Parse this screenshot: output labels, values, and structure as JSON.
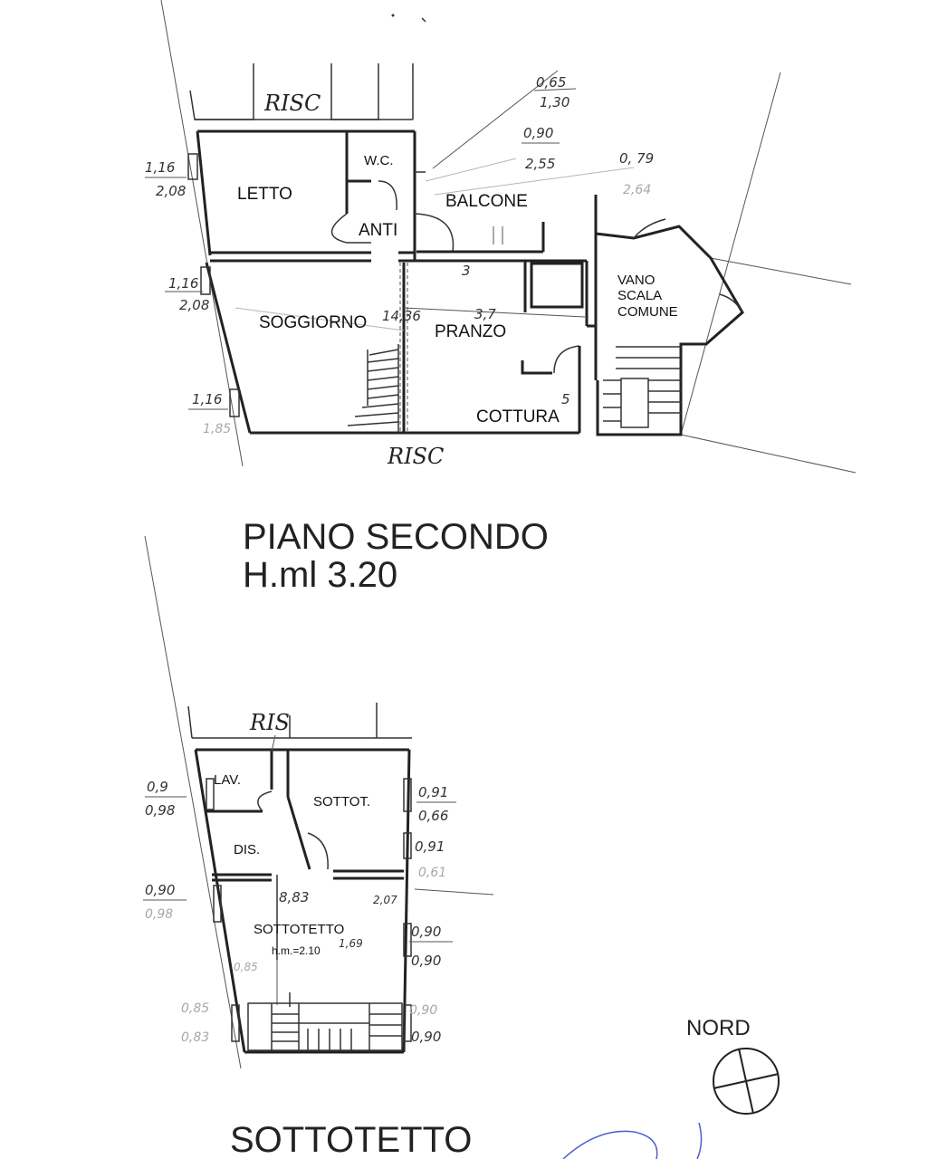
{
  "floor_plan_upper": {
    "title": "PIANO SECONDO",
    "height": "H.ml 3.20",
    "rooms": {
      "letto": "LETTO",
      "wc": "W.C.",
      "anti": "ANTI",
      "balcone": "BALCONE",
      "soggiorno": "SOGGIORNO",
      "pranzo": "PRANZO",
      "cottura": "COTTURA",
      "vano_1": "VANO",
      "vano_2": "SCALA",
      "vano_3": "COMUNE"
    },
    "risc_top": "RISC",
    "risc_bottom": "RISC",
    "notes": {
      "n1_top": "0,65",
      "n1_bottom": "1,30",
      "n2_top": "0,90",
      "n2_bottom": "2,55",
      "n3_top": "0, 79",
      "n3_bottom": "2,64",
      "letto_top": "1,16",
      "letto_bottom": "2,08",
      "sogg_top": "1,16",
      "sogg_bottom": "2,08",
      "sogg2_top": "1,16",
      "sogg2_bottom": "1,85",
      "num_3": "3",
      "num_5": "5",
      "area_sogg": "14,36",
      "area_pranzo": "3,7"
    }
  },
  "floor_plan_lower": {
    "title": "SOTTOTETTO",
    "rooms": {
      "lav": "LAV.",
      "sottot": "SOTTOT.",
      "dis": "DIS.",
      "sottotetto": "SOTTOTETTO",
      "hm": "h.m.=2.10"
    },
    "risc": "RIS",
    "notes": {
      "lav_top": "0,9",
      "lav_bottom": "0,98",
      "sottot_top": "0,91",
      "sottot_bottom": "0,66",
      "dis_top": "0,91",
      "dis_bottom": "0,61",
      "left_top": "0,90",
      "left_bottom": "0,98",
      "right_top": "0,90",
      "right_bottom": "0,90",
      "stair_top": "0,90",
      "stair_bottom": "0,90",
      "low_left_top": "0,85",
      "low_left_bottom": "0,83",
      "n_883": "8,83",
      "n_207": "2,07",
      "n_169": "1,69",
      "n_085": "0,85"
    }
  },
  "compass": {
    "label": "NORD"
  }
}
